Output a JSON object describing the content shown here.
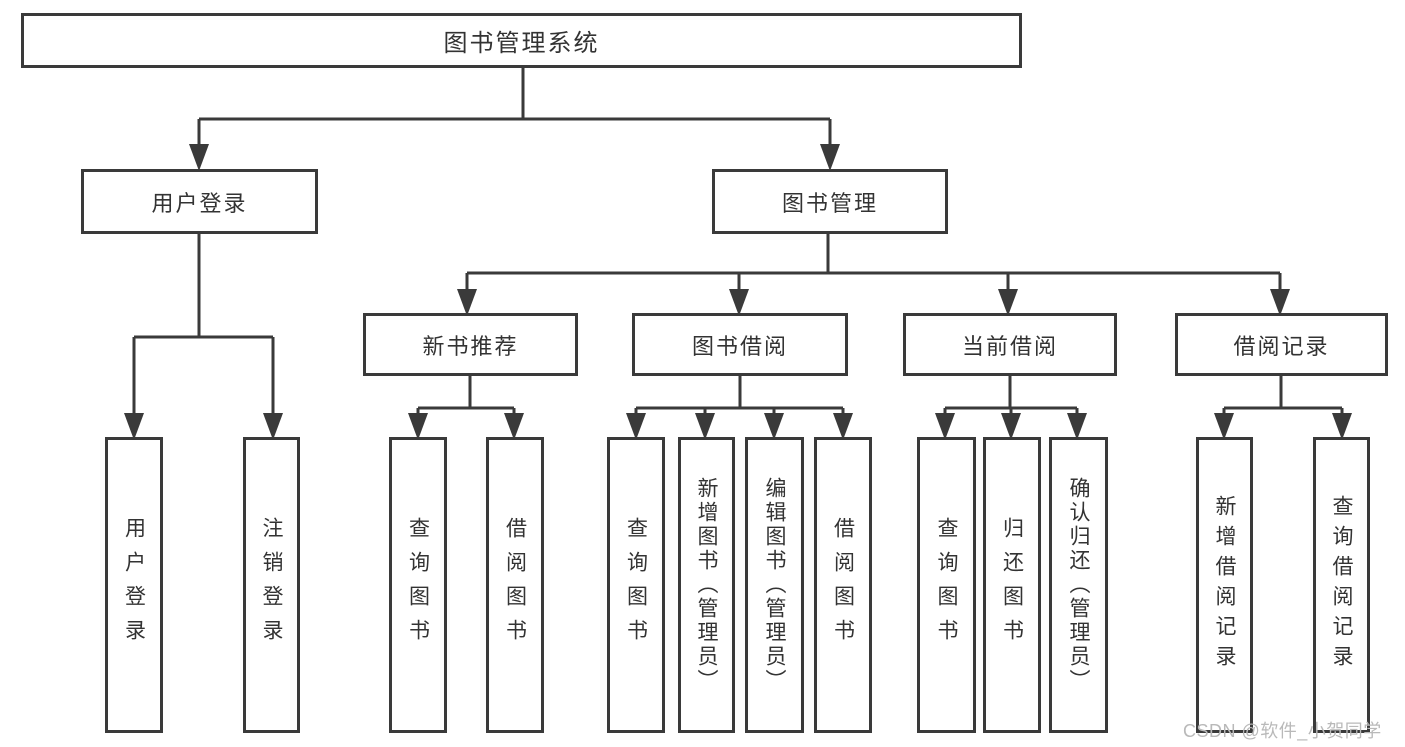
{
  "tree": {
    "label": "图书管理系统",
    "children": [
      {
        "label": "用户登录",
        "children": [
          {
            "label": "用户登录"
          },
          {
            "label": "注销登录"
          }
        ]
      },
      {
        "label": "图书管理",
        "children": [
          {
            "label": "新书推荐",
            "children": [
              {
                "label": "查询图书"
              },
              {
                "label": "借阅图书"
              }
            ]
          },
          {
            "label": "图书借阅",
            "children": [
              {
                "label": "查询图书"
              },
              {
                "label": "新增图书（管理员）"
              },
              {
                "label": "编辑图书（管理员）"
              },
              {
                "label": "借阅图书"
              }
            ]
          },
          {
            "label": "当前借阅",
            "children": [
              {
                "label": "查询图书"
              },
              {
                "label": "归还图书"
              },
              {
                "label": "确认归还（管理员）"
              }
            ]
          },
          {
            "label": "借阅记录",
            "children": [
              {
                "label": "新增借阅记录"
              },
              {
                "label": "查询借阅记录"
              }
            ]
          }
        ]
      }
    ]
  },
  "watermark": {
    "text": "CSDN @软件_小贺同学"
  },
  "colors": {
    "line": "#3a3a3a",
    "text": "#333333",
    "watermark": "#b9b9b9",
    "background": "#ffffff"
  }
}
